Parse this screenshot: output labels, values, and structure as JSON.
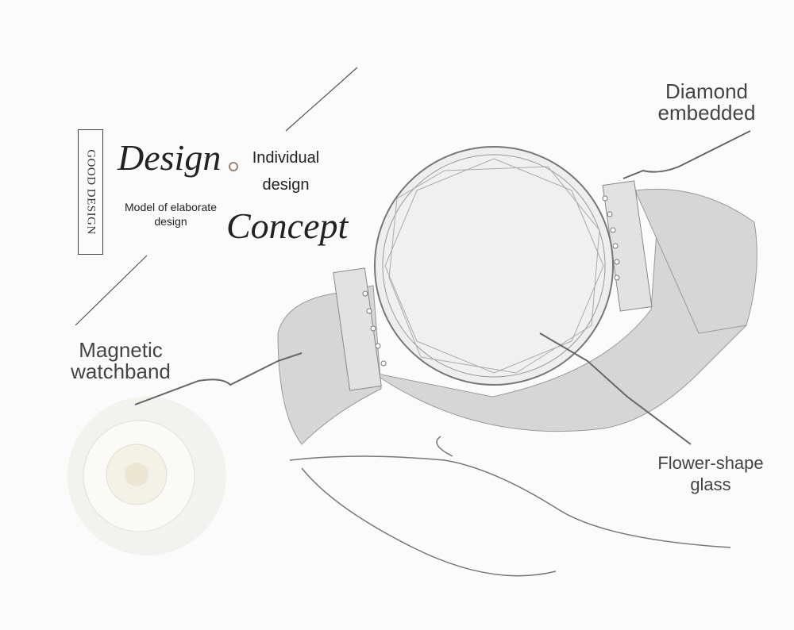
{
  "badge": "GOOD DESIGN",
  "headline_1": "Design",
  "headline_2": "Concept",
  "individual": [
    "Individual",
    "design"
  ],
  "model": [
    "Model of elaborate",
    "design"
  ],
  "callouts": {
    "diamond": [
      "Diamond",
      "embedded"
    ],
    "magnetic": [
      "Magnetic",
      "watchband"
    ],
    "flower": [
      "Flower-shape",
      "glass"
    ]
  }
}
